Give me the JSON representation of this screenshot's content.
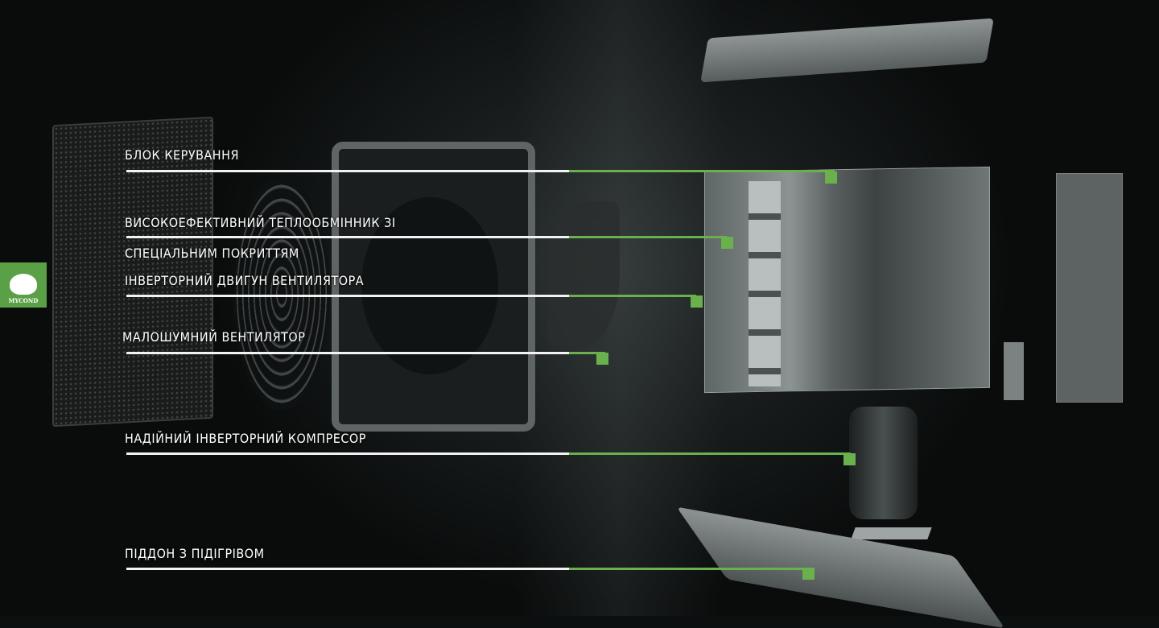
{
  "logo": {
    "text": "MYCOND"
  },
  "labels": [
    {
      "text": "БЛОК КЕРУВАННЯ"
    },
    {
      "text": "ВИСОКОЕФЕКТИВНИЙ ТЕПЛООБМІННИК ЗІ"
    },
    {
      "text": "СПЕЦІАЛЬНИМ ПОКРИТТЯМ"
    },
    {
      "text": "ІНВЕРТОРНИЙ ДВИГУН ВЕНТИЛЯТОРА"
    },
    {
      "text": "МАЛОШУМНИЙ ВЕНТИЛЯТОР"
    },
    {
      "text": "НАДІЙНИЙ ІНВЕРТОРНИЙ КОМПРЕСОР"
    },
    {
      "text": "ПІДДОН З ПІДІГРІВОМ"
    }
  ],
  "colors": {
    "accent": "#6ab04c",
    "line": "#f2f2f2",
    "background": "#0c0f0f"
  }
}
